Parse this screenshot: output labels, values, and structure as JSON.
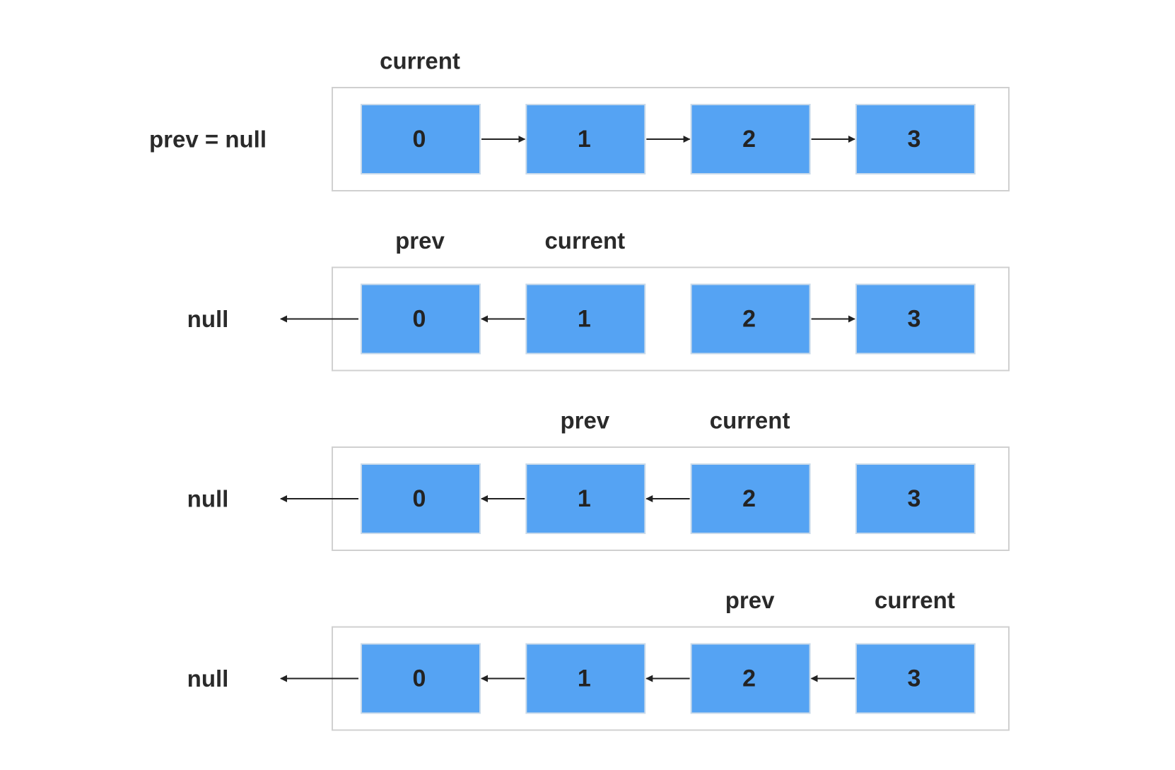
{
  "colors": {
    "node_fill": "#55a3f3",
    "node_stroke": "#c9daea",
    "frame_stroke": "#d0d0d0",
    "text": "#2a2a2a",
    "arrow": "#222222"
  },
  "steps": [
    {
      "side_label": "prev = null",
      "null_arrow": false,
      "pointers": [
        {
          "label": "current",
          "node": 0
        }
      ],
      "nodes": [
        "0",
        "1",
        "2",
        "3"
      ],
      "links": [
        "forward",
        "forward",
        "forward"
      ]
    },
    {
      "side_label": "null",
      "null_arrow": true,
      "pointers": [
        {
          "label": "prev",
          "node": 0
        },
        {
          "label": "current",
          "node": 1
        }
      ],
      "nodes": [
        "0",
        "1",
        "2",
        "3"
      ],
      "links": [
        "backward",
        "none",
        "forward"
      ]
    },
    {
      "side_label": "null",
      "null_arrow": true,
      "pointers": [
        {
          "label": "prev",
          "node": 1
        },
        {
          "label": "current",
          "node": 2
        }
      ],
      "nodes": [
        "0",
        "1",
        "2",
        "3"
      ],
      "links": [
        "backward",
        "backward",
        "none"
      ]
    },
    {
      "side_label": "null",
      "null_arrow": true,
      "pointers": [
        {
          "label": "prev",
          "node": 2
        },
        {
          "label": "current",
          "node": 3
        }
      ],
      "nodes": [
        "0",
        "1",
        "2",
        "3"
      ],
      "links": [
        "backward",
        "backward",
        "backward"
      ]
    }
  ]
}
